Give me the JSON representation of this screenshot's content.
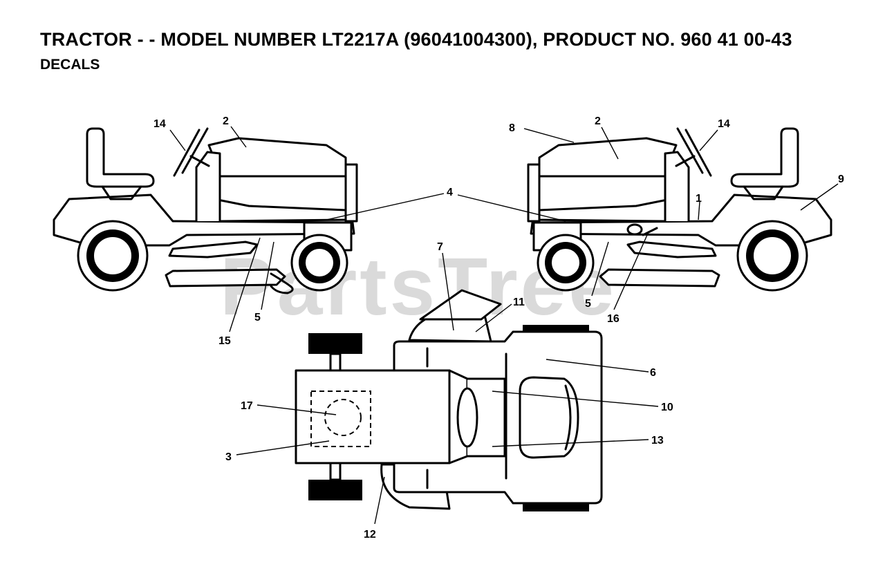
{
  "header": {
    "title": "TRACTOR - - MODEL NUMBER LT2217A (96041004300), PRODUCT NO. 960 41 00-43",
    "subtitle": "DECALS"
  },
  "watermark": "PartsTree",
  "callouts": {
    "left_14": "14",
    "left_2": "2",
    "left_4": "4",
    "left_5": "5",
    "left_15": "15",
    "right_8": "8",
    "right_2": "2",
    "right_14": "14",
    "right_9": "9",
    "right_1": "1",
    "right_5": "5",
    "right_16": "16",
    "top_7": "7",
    "top_11": "11",
    "top_6": "6",
    "top_10": "10",
    "top_13": "13",
    "top_17": "17",
    "top_3": "3",
    "top_12": "12"
  }
}
